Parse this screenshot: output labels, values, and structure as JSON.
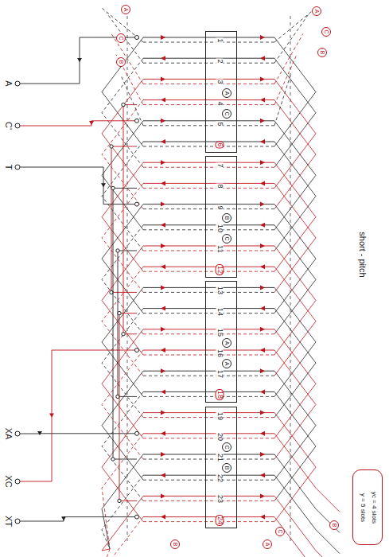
{
  "diagram": {
    "nodes": [
      {
        "text": [
          "1",
          "2",
          "3",
          "A",
          "4",
          "C",
          "5",
          "6"
        ]
      },
      {
        "text": [
          "7",
          "8",
          "9",
          "B",
          "10",
          "C",
          "11",
          "12"
        ]
      },
      {
        "text": [
          "13",
          "14",
          "15",
          "A",
          "16",
          "A",
          "17",
          "18"
        ]
      },
      {
        "text": [
          "19",
          "20",
          "C",
          "21",
          "B",
          "22",
          "23",
          "24"
        ]
      },
      {
        "text": [
          "y = 5 slots",
          "yc = 4 slots"
        ]
      }
    ],
    "labels": [
      "A",
      "C'",
      "T",
      "XA",
      "XC",
      "XT",
      "short - pitch",
      "A",
      "C",
      "B",
      "A",
      "C",
      "B",
      "B",
      "A",
      "C",
      "B"
    ]
  }
}
